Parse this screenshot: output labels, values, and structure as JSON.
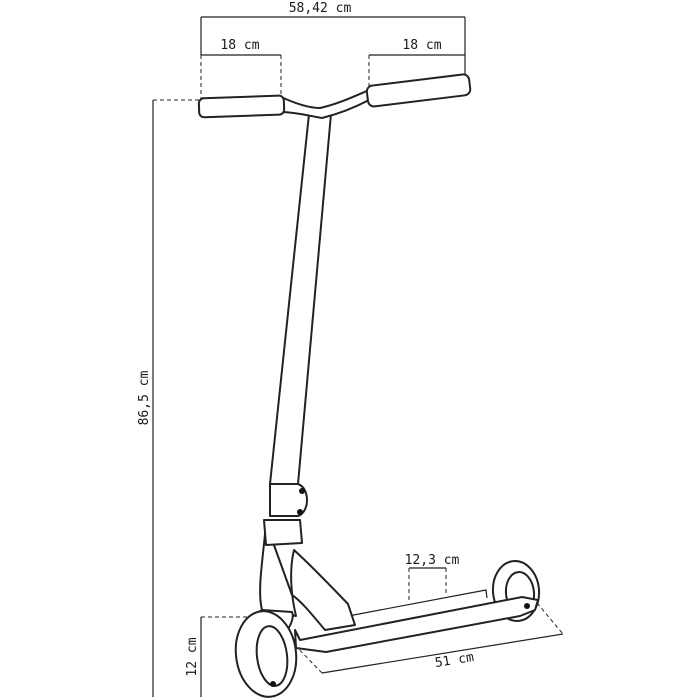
{
  "dimensions": {
    "handlebar_width": "58,42 cm",
    "left_grip": "18 cm",
    "right_grip": "18 cm",
    "total_height": "86,5 cm",
    "wheel_diameter": "12 cm",
    "deck_width": "12,3 cm",
    "deck_length": "51 cm"
  },
  "colors": {
    "line": "#222222",
    "background": "#ffffff"
  }
}
